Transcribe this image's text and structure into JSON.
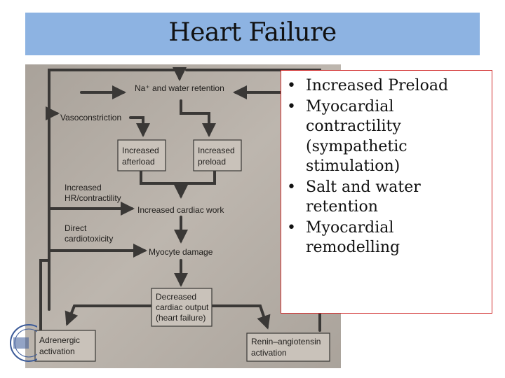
{
  "title": "Heart Failure",
  "diagram": {
    "na_water": "Na⁺ and water retention",
    "vasoconstriction": "Vasoconstriction",
    "afterload_1": "Increased",
    "afterload_2": "afterload",
    "preload_1": "Increased",
    "preload_2": "preload",
    "hr_1": "Increased",
    "hr_2": "HR/contractility",
    "cardiac_work": "Increased cardiac work",
    "cardiotox_1": "Direct",
    "cardiotox_2": "cardiotoxicity",
    "myocyte": "Myocyte damage",
    "output_1": "Decreased",
    "output_2": "cardiac output",
    "output_3": "(heart failure)",
    "adrenergic_1": "Adrenergic",
    "adrenergic_2": "activation",
    "renin_1": "Renin–angiotensin",
    "renin_2": "activation"
  },
  "bullets": [
    {
      "line1": "Increased Preload"
    },
    {
      "line1": "Myocardial",
      "line2": "contractility",
      "line3": "(sympathetic",
      "line4": "stimulation)"
    },
    {
      "line1": "Salt and water",
      "line2": "retention"
    },
    {
      "line1": "Myocardial",
      "line2": "remodelling"
    }
  ],
  "bullet_glyph": "•",
  "colors": {
    "title_bar": "#8db3e2",
    "photo_bg": "#b5aea6",
    "box_fill": "#c9c2ba",
    "arrow": "#3a3836",
    "border": "#d12b2b"
  }
}
